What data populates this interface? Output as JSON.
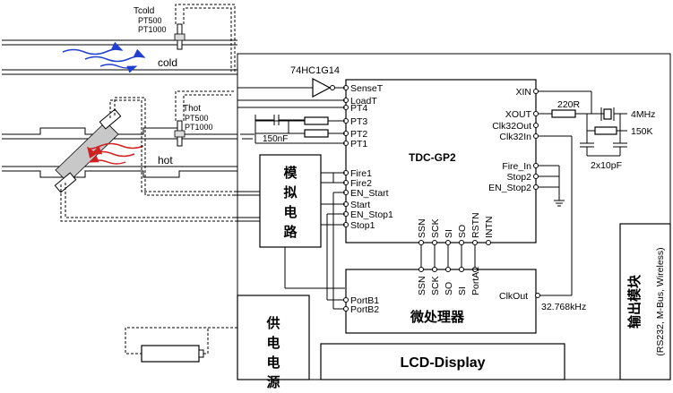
{
  "sensors": {
    "cold": {
      "title": "Tcold",
      "types": [
        "PT500",
        "PT1000"
      ],
      "flow_label": "cold"
    },
    "hot": {
      "title": "Thot",
      "types": [
        "PT500",
        "PT1000"
      ],
      "flow_label": "hot"
    }
  },
  "buffer": {
    "part": "74HC1G14"
  },
  "passives": {
    "cap_150": "150nF",
    "resistor_220": "220R",
    "crystal_4m": "4MHz",
    "resistor_150k": "150K",
    "caps_2x10": "2x10pF",
    "crystal_32k": "32.768kHz"
  },
  "tdc": {
    "name": "TDC-GP2",
    "left_pins": [
      "SenseT",
      "LoadT",
      "PT4",
      "PT3",
      "PT2",
      "PT1",
      "Fire1",
      "Fire2",
      "EN_Start",
      "Start",
      "EN_Stop1",
      "Stop1"
    ],
    "right_pins": [
      "XIN",
      "XOUT",
      "Clk32Out",
      "Clk32In",
      "Fire_In",
      "Stop2",
      "EN_Stop2"
    ],
    "bottom_pins": [
      "SSN",
      "SCK",
      "SI",
      "SO",
      "RSTN",
      "INTN"
    ]
  },
  "analog": {
    "label": "模拟电路"
  },
  "mcu": {
    "name": "微处理器",
    "top_pins": [
      "SSN",
      "SCK",
      "SO",
      "SI",
      "PortA1"
    ],
    "left_pins": [
      "PortB1",
      "PortB2"
    ],
    "right_pin": "ClkOut"
  },
  "power": {
    "label": "供电电源"
  },
  "lcd": {
    "label": "LCD-Display"
  },
  "output": {
    "title": "输出模块",
    "protocols": "(RS232, M-Bus, Wireless)"
  }
}
